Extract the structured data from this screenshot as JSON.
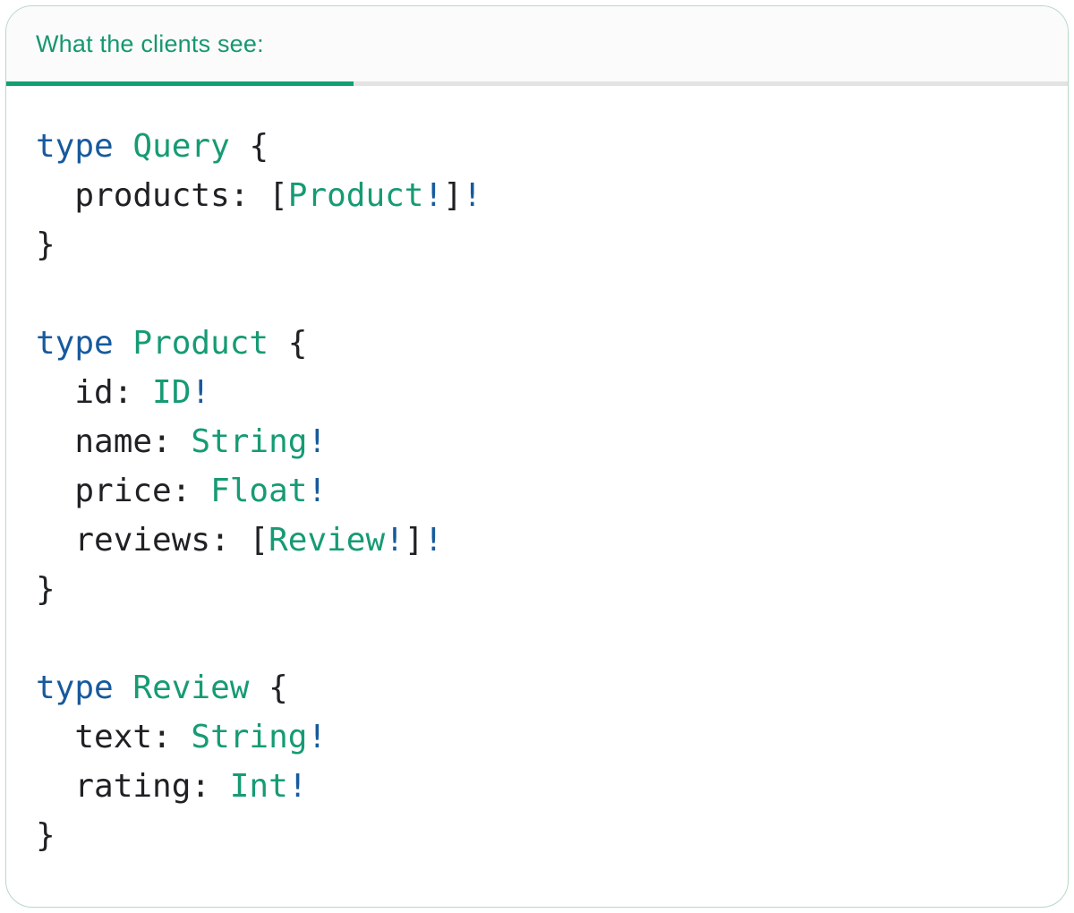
{
  "palette": {
    "keyword-blue": "#175a9d",
    "type-teal": "#169b74",
    "code-dark": "#202124",
    "tab-text-green": "#17976f",
    "tab-underline-green": "#11a072",
    "divider-gray": "#e3e3e3",
    "tabbar-bg": "#fbfbfb",
    "card-border-green": "#b7d9c3",
    "card-bg": "#ffffff",
    "page-bg": "#ffffff"
  },
  "tabs": [
    {
      "label": "What the clients see:",
      "active": true
    }
  ],
  "code": {
    "lines": [
      [
        {
          "t": "type",
          "c": "kw"
        },
        {
          "t": " ",
          "c": "pl"
        },
        {
          "t": "Query",
          "c": "tn"
        },
        {
          "t": " {",
          "c": "pl"
        }
      ],
      [
        {
          "t": "  products: [",
          "c": "pl"
        },
        {
          "t": "Product",
          "c": "tn"
        },
        {
          "t": "!",
          "c": "kw"
        },
        {
          "t": "]",
          "c": "pl"
        },
        {
          "t": "!",
          "c": "kw"
        }
      ],
      [
        {
          "t": "}",
          "c": "pl"
        }
      ],
      [],
      [
        {
          "t": "type",
          "c": "kw"
        },
        {
          "t": " ",
          "c": "pl"
        },
        {
          "t": "Product",
          "c": "tn"
        },
        {
          "t": " {",
          "c": "pl"
        }
      ],
      [
        {
          "t": "  id: ",
          "c": "pl"
        },
        {
          "t": "ID",
          "c": "tn"
        },
        {
          "t": "!",
          "c": "kw"
        }
      ],
      [
        {
          "t": "  name: ",
          "c": "pl"
        },
        {
          "t": "String",
          "c": "tn"
        },
        {
          "t": "!",
          "c": "kw"
        }
      ],
      [
        {
          "t": "  price: ",
          "c": "pl"
        },
        {
          "t": "Float",
          "c": "tn"
        },
        {
          "t": "!",
          "c": "kw"
        }
      ],
      [
        {
          "t": "  reviews: [",
          "c": "pl"
        },
        {
          "t": "Review",
          "c": "tn"
        },
        {
          "t": "!",
          "c": "kw"
        },
        {
          "t": "]",
          "c": "pl"
        },
        {
          "t": "!",
          "c": "kw"
        }
      ],
      [
        {
          "t": "}",
          "c": "pl"
        }
      ],
      [],
      [
        {
          "t": "type",
          "c": "kw"
        },
        {
          "t": " ",
          "c": "pl"
        },
        {
          "t": "Review",
          "c": "tn"
        },
        {
          "t": " {",
          "c": "pl"
        }
      ],
      [
        {
          "t": "  text: ",
          "c": "pl"
        },
        {
          "t": "String",
          "c": "tn"
        },
        {
          "t": "!",
          "c": "kw"
        }
      ],
      [
        {
          "t": "  rating: ",
          "c": "pl"
        },
        {
          "t": "Int",
          "c": "tn"
        },
        {
          "t": "!",
          "c": "kw"
        }
      ],
      [
        {
          "t": "}",
          "c": "pl"
        }
      ]
    ]
  }
}
